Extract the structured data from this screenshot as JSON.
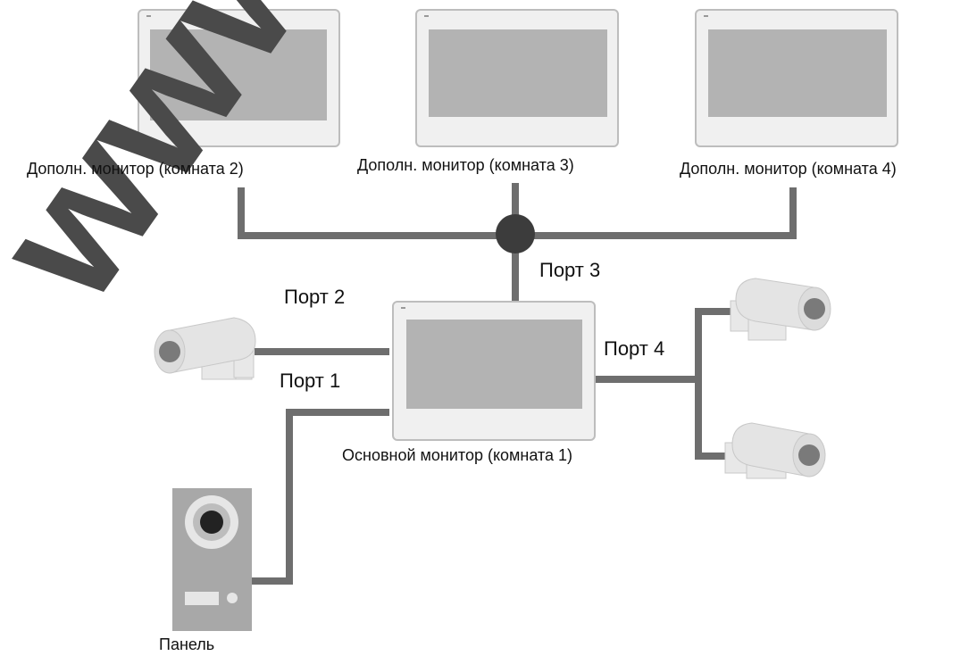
{
  "labels": {
    "monitor_room2": "Дополн. монитор (комната 2)",
    "monitor_room3": "Дополн. монитор (комната 3)",
    "monitor_room4": "Дополн. монитор (комната 4)",
    "main_monitor": "Основной монитор (комната 1)",
    "port1": "Порт 1",
    "port2": "Порт 2",
    "port3": "Порт 3",
    "port4": "Порт 4",
    "panel": "Панель"
  },
  "watermark": "www.",
  "colors": {
    "cable": "#6e6e6e",
    "hub": "#3c3c3c",
    "device_body": "#f0f0f0",
    "screen": "#b3b3b3",
    "panel_body": "#a8a8a8",
    "watermark": "#4a4a4a"
  }
}
